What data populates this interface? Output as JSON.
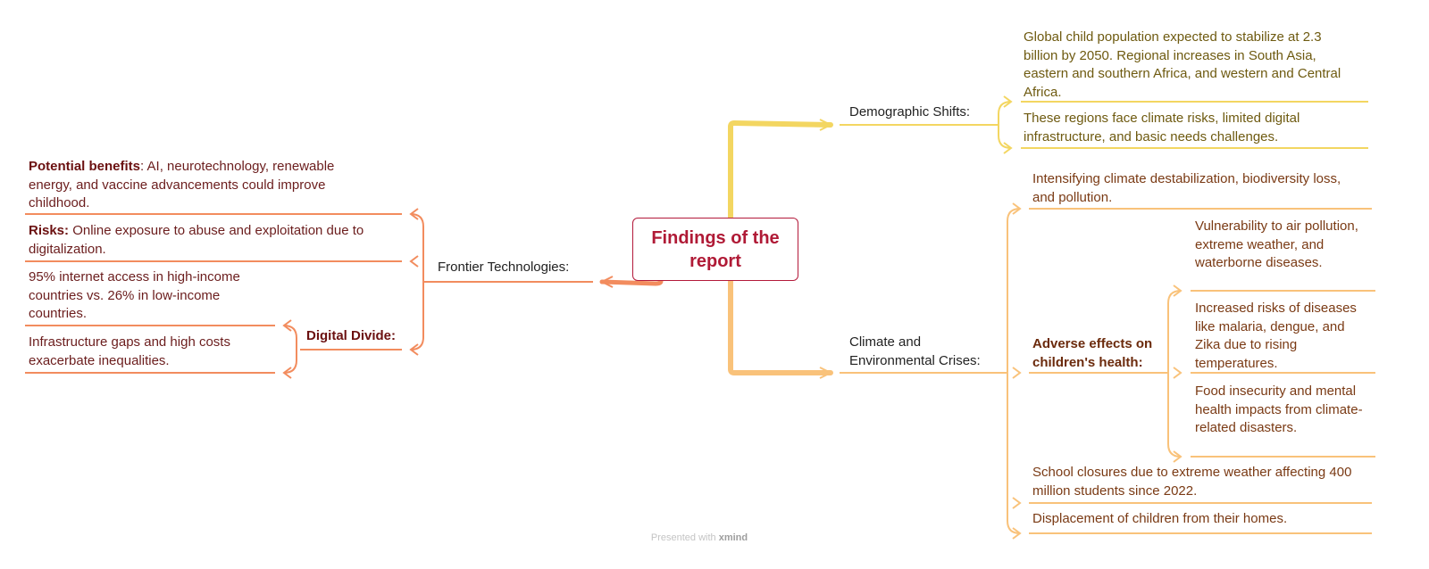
{
  "center": {
    "title": "Findings of the report"
  },
  "frontier": {
    "label": "Frontier Technologies:",
    "benefits": {
      "lead": "Potential benefits",
      "text": ": AI, neurotechnology, renewable energy, and vaccine advancements could improve childhood."
    },
    "risks": {
      "lead": "Risks:",
      "text": " Online exposure to abuse and exploitation due to digitalization."
    },
    "digital_divide": {
      "label": "Digital Divide:",
      "items": [
        "95% internet access in high-income countries vs. 26% in low-income countries.",
        "Infrastructure gaps and high costs exacerbate inequalities."
      ]
    }
  },
  "demographic": {
    "label": "Demographic Shifts:",
    "items": [
      "Global child population expected to stabilize at 2.3 billion by 2050. Regional increases in South Asia, eastern and southern Africa, and western and Central Africa.",
      "These regions face climate risks, limited digital infrastructure, and basic needs challenges."
    ]
  },
  "climate": {
    "label": "Climate and Environmental Crises:",
    "items": [
      "Intensifying climate destabilization, biodiversity loss, and pollution.",
      "School closures due to extreme weather affecting 400 million students since 2022.",
      "Displacement of children from their homes."
    ],
    "health": {
      "label": "Adverse effects on children's health:",
      "items": [
        "Vulnerability to air pollution, extreme weather, and waterborne diseases.",
        "Increased risks of diseases like malaria, dengue, and Zika due to rising temperatures.",
        "Food insecurity and mental health impacts from climate-related disasters."
      ]
    }
  },
  "footer": {
    "prefix": "Presented with",
    "brand": "xmind"
  },
  "colors": {
    "red": "#b3193a",
    "orange": "#f28c5e",
    "yellow": "#f3d661",
    "amber": "#f9c27a"
  }
}
